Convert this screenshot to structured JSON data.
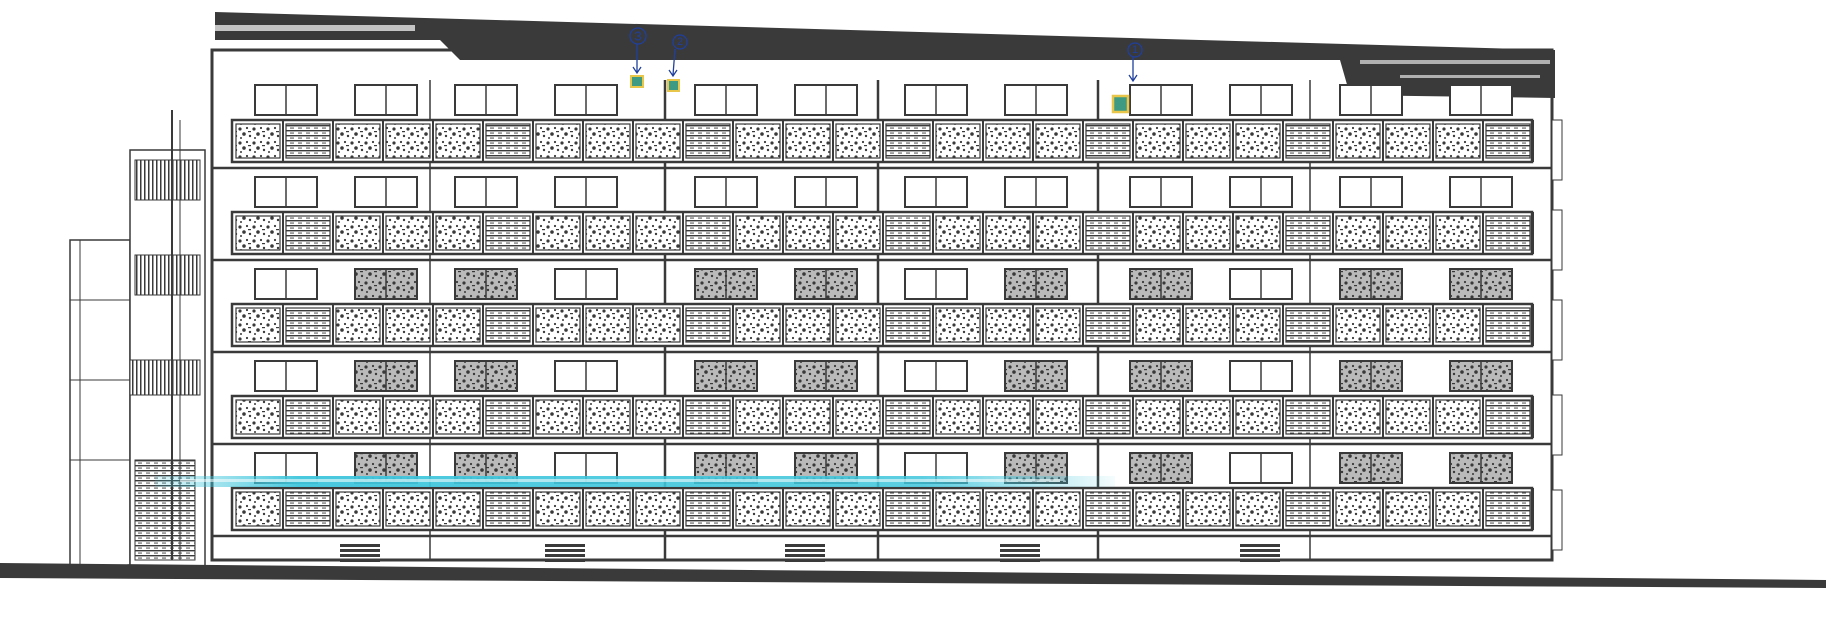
{
  "drawing": {
    "subject": "building-elevation",
    "floors": 5,
    "bays": 4,
    "units_per_bay": 2,
    "ink_color": "#3a3a3a",
    "scan_streak_color": "#3fc6dc",
    "sensor_fill_color": "#3e9a83",
    "sensor_edge_color": "#e8c64a",
    "annotation_color": "#1f3f9e"
  },
  "markers": [
    {
      "id": "3",
      "label": "3"
    },
    {
      "id": "2",
      "label": "2"
    },
    {
      "id": "1",
      "label": "1"
    }
  ]
}
